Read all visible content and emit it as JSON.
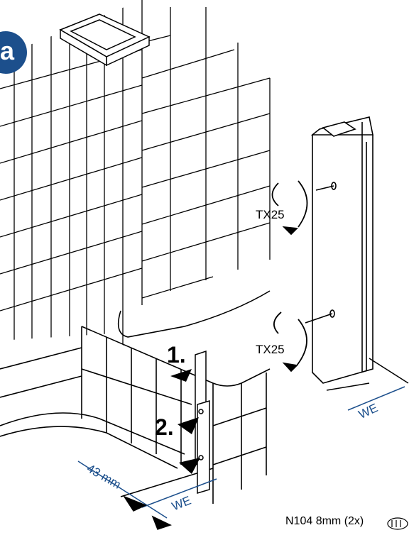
{
  "badge": "a",
  "labels": {
    "tx25_top": "TX25",
    "tx25_bottom": "TX25",
    "step1": "1.",
    "step2": "2.",
    "we_right": "WE",
    "we_left": "WE",
    "dim": "43 mm",
    "part": "N104 8mm (2x)"
  },
  "colors": {
    "accent": "#1c4f8c",
    "line": "#000000"
  },
  "icons": [
    "screw-icon",
    "rotation-arrow-icon",
    "tile-grid",
    "wall-profile"
  ]
}
